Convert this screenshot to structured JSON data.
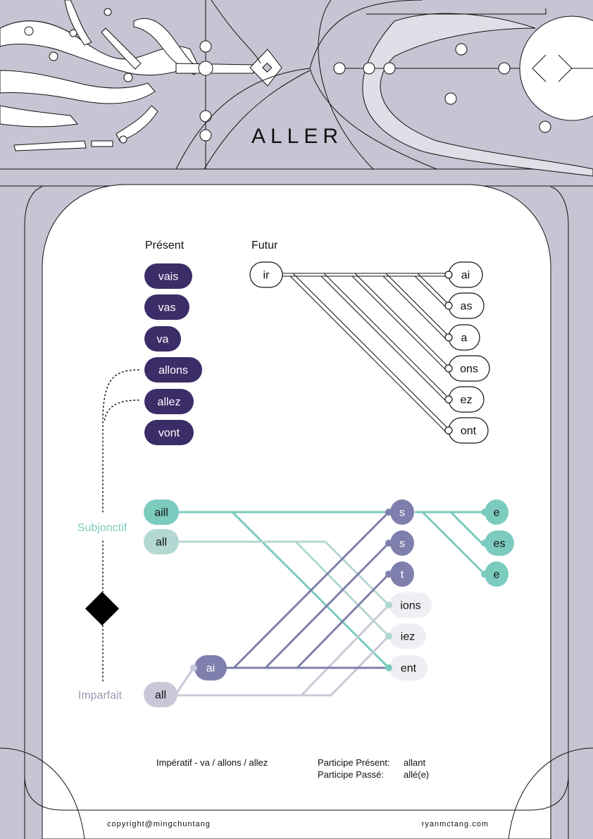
{
  "title": "ALLER",
  "colors": {
    "background": "#c6c5d3",
    "paper": "#ffffff",
    "present": "#3b2d68",
    "teal": "#7ccbbf",
    "teal_light": "#b3d8d3",
    "purple": "#7f7fad",
    "grey_light": "#c9c8d8",
    "ending_light": "#efeef2",
    "ink": "#111111"
  },
  "present": {
    "heading": "Présent",
    "forms": [
      "vais",
      "vas",
      "va",
      "allons",
      "allez",
      "vont"
    ]
  },
  "futur": {
    "heading": "Futur",
    "stem": "ir",
    "endings": [
      "ai",
      "as",
      "a",
      "ons",
      "ez",
      "ont"
    ]
  },
  "subjonctif": {
    "label": "Subjonctif",
    "stems": [
      "aill",
      "all"
    ],
    "pivot_endings": [
      "s",
      "s",
      "t"
    ],
    "endings": [
      "e",
      "es",
      "e"
    ]
  },
  "imparfait": {
    "label": "Imparfait",
    "stem": "all",
    "mid": "ai"
  },
  "shared_endings": [
    "ions",
    "iez",
    "ent"
  ],
  "footer": {
    "imperatif": "Impératif - va / allons / allez",
    "participe_present_label": "Participe Présent:",
    "participe_present_value": "allant",
    "participe_passe_label": "Participe Passé:",
    "participe_passe_value": "allé(e)",
    "copyright": "copyright@mingchuntang",
    "website": "ryanmctang.com"
  }
}
